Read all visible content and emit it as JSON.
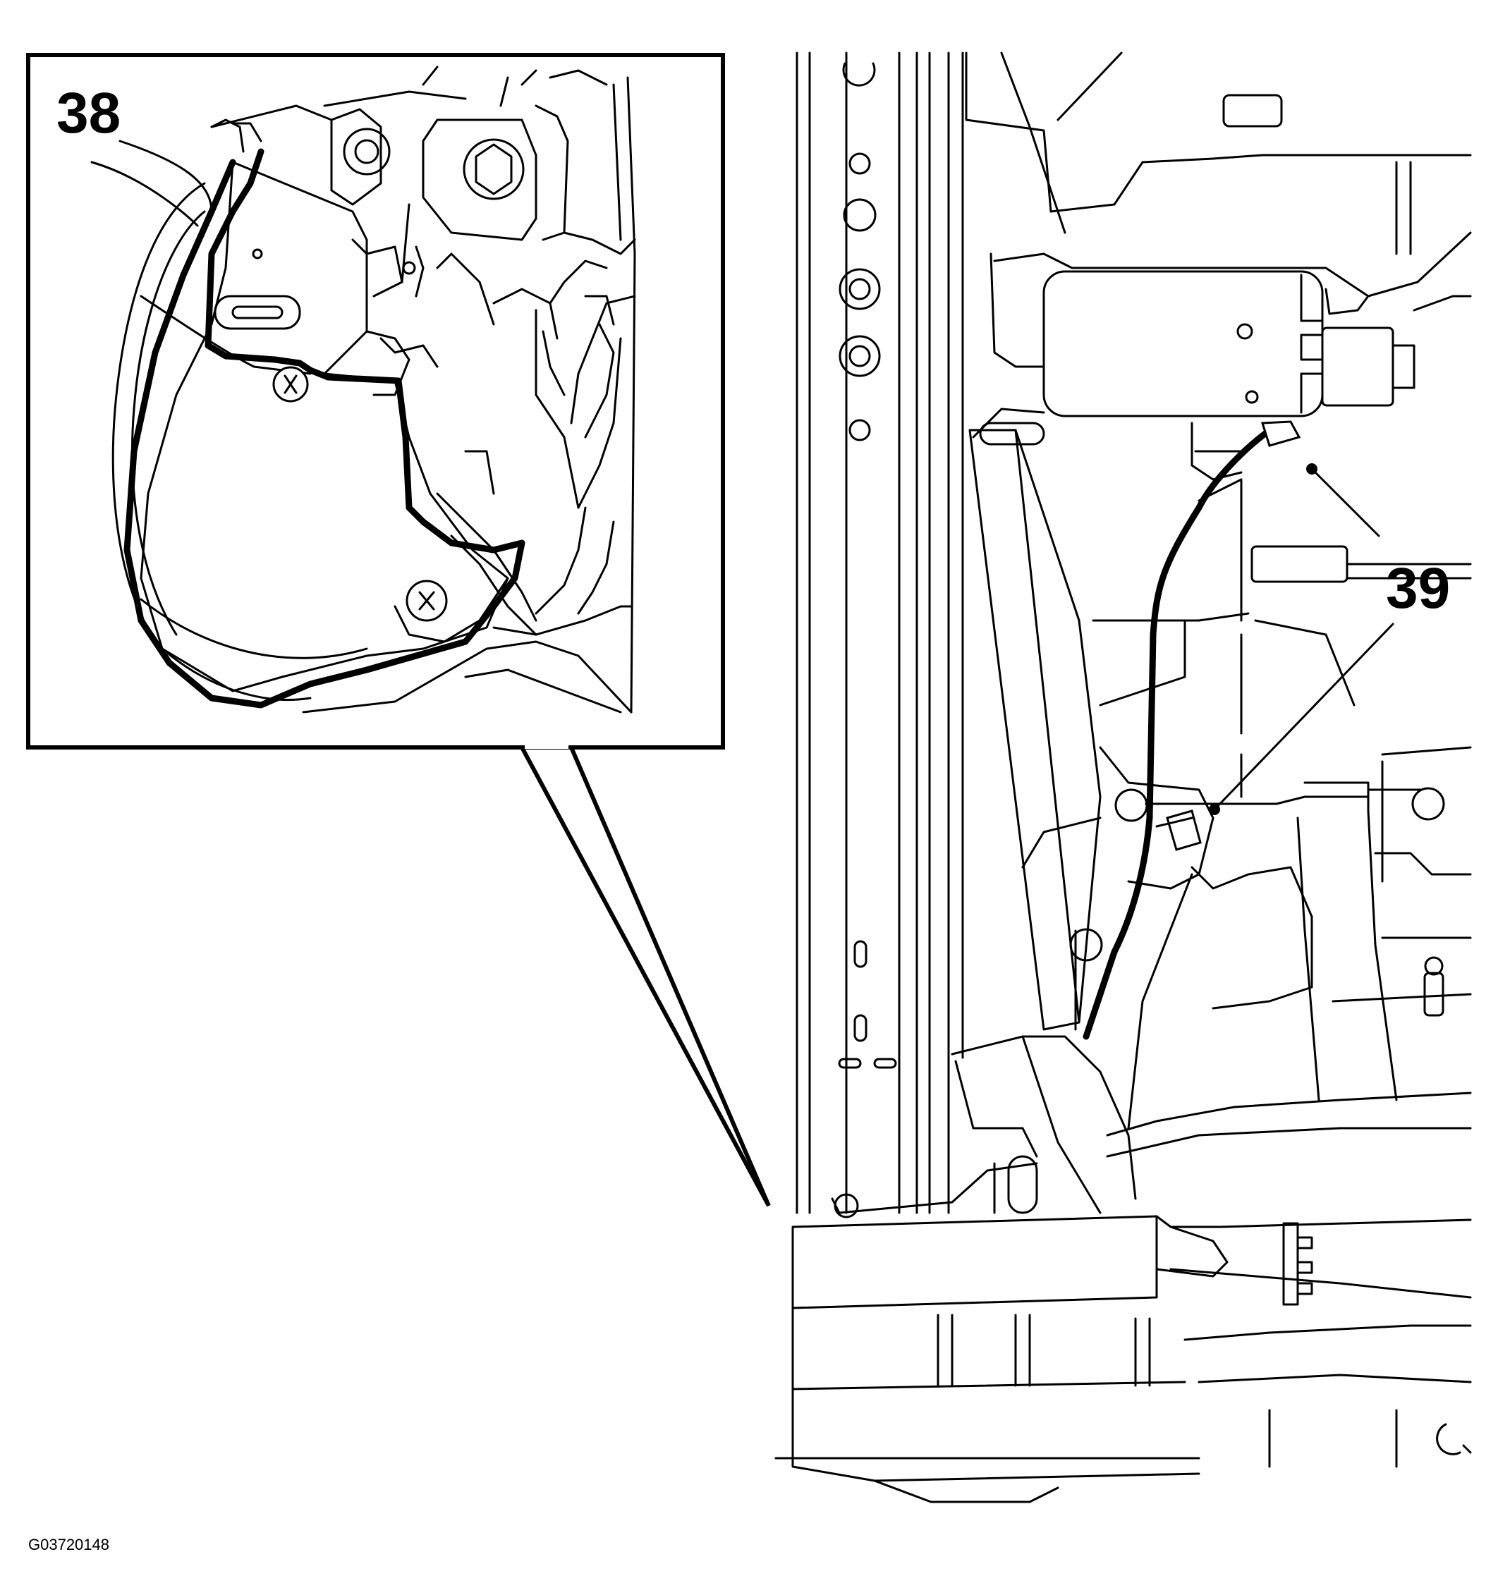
{
  "callouts": {
    "inset_label": "38",
    "main_label": "39"
  },
  "figure_id": "G03720148"
}
